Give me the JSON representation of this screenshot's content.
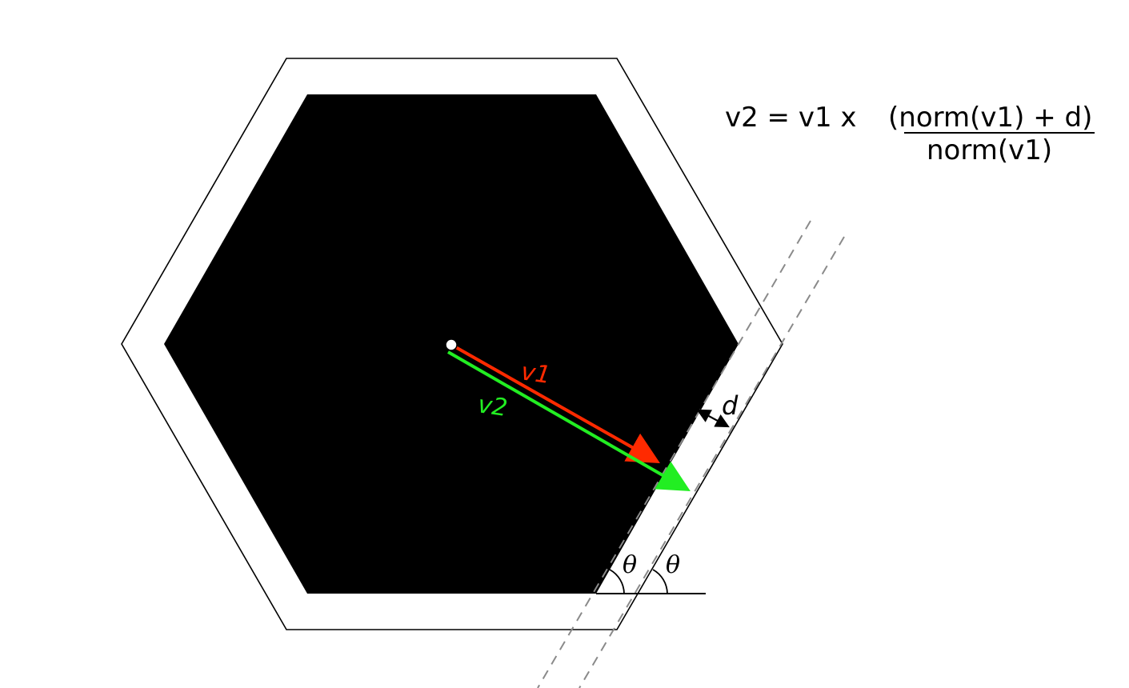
{
  "formula": {
    "lhs": "v2 = v1 x",
    "numerator": "(norm(v1) + d)",
    "denominator": "norm(v1)"
  },
  "labels": {
    "v1": "v1",
    "v2": "v2",
    "d": "d",
    "theta_inner": "θ",
    "theta_outer": "θ"
  },
  "colors": {
    "inner_hexagon": "#000000",
    "outer_hexagon_outline": "#000000",
    "background": "#ffffff",
    "v1_arrow": "#ff2a00",
    "v2_arrow": "#22ee22",
    "guide_lines": "#8a8a8a",
    "center_point": "#ffffff"
  },
  "icons": {
    "center": "center-point-icon",
    "d_arrow": "double-headed-arrow-icon"
  }
}
